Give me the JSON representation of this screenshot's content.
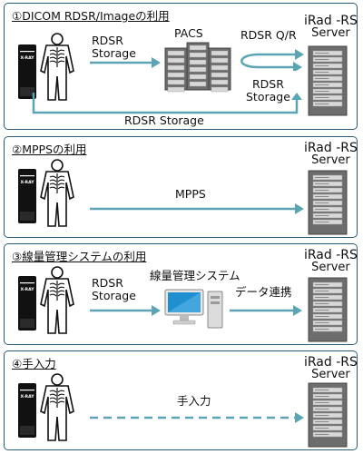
{
  "colors": {
    "border": "#2a5c78",
    "arrow": "#5aa4b4",
    "machine": "#111111",
    "server_light": "#d8d8d8",
    "server_dark": "#6d6d6d",
    "monitor_blue": "#1f8fd0"
  },
  "icons": {
    "xray_machine": "x-ray-machine-icon",
    "patient": "patient-figure-icon",
    "pacs": "pacs-server-rack-icon",
    "server": "irad-rs-server-icon",
    "computer": "workstation-computer-icon"
  },
  "xray_label": "X-RAY",
  "server": {
    "name": "iRad -RS",
    "sub": "Server"
  },
  "panels": [
    {
      "title": "①DICOM RDSR/Imageの利用",
      "rdsr_storage": [
        "RDSR",
        "Storage"
      ],
      "pacs": "PACS",
      "qr": "RDSR Q/R",
      "rdsr_storage2": [
        "RDSR",
        "Storage"
      ],
      "bottom": "RDSR Storage"
    },
    {
      "title": "②MPPSの利用",
      "arrow_label": "MPPS"
    },
    {
      "title": "③線量管理システムの利用",
      "rdsr_storage": [
        "RDSR",
        "Storage"
      ],
      "system": "線量管理システム",
      "link": "データ連携"
    },
    {
      "title": "④手入力",
      "arrow_label": "手入力"
    }
  ]
}
